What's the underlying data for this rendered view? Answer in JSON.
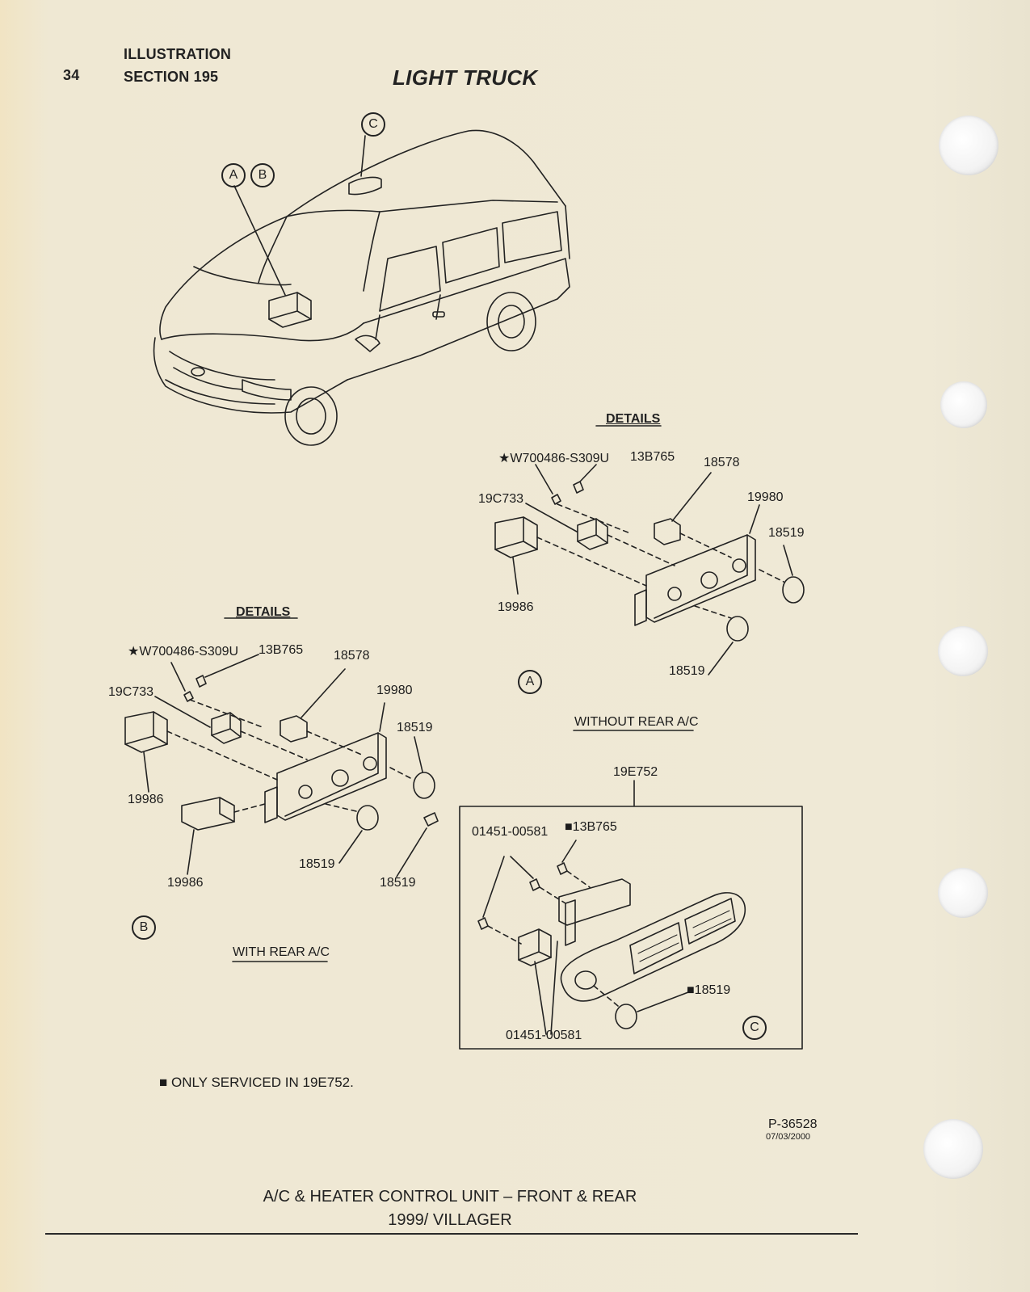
{
  "header": {
    "page_number": "34",
    "illustration_label": "ILLUSTRATION",
    "section_label": "SECTION 195",
    "title": "LIGHT TRUCK"
  },
  "callouts": {
    "a": "A",
    "b": "B",
    "c": "C"
  },
  "detail_a": {
    "heading": "DETAILS",
    "part_w700486": "★W700486-S309U",
    "part_13b765": "13B765",
    "part_18578": "18578",
    "part_19c733": "19C733",
    "part_19980": "19980",
    "part_18519_top": "18519",
    "part_19986": "19986",
    "part_18519_bottom": "18519"
  },
  "detail_b": {
    "heading": "DETAILS",
    "part_w700486": "★W700486-S309U",
    "part_13b765": "13B765",
    "part_18578": "18578",
    "part_19c733": "19C733",
    "part_19980": "19980",
    "part_18519_top": "18519",
    "part_19986_top": "19986",
    "part_19986_bottom": "19986",
    "part_18519_left": "18519",
    "part_18519_right": "18519",
    "caption": "WITH REAR A/C"
  },
  "detail_c": {
    "caption": "WITHOUT REAR A/C",
    "part_19e752": "19E752",
    "part_01451_top": "01451-00581",
    "part_13b765": "■13B765",
    "part_18519": "■18519",
    "part_01451_bottom": "01451-00581"
  },
  "note": "■ ONLY SERVICED IN 19E752.",
  "drawing_ref": {
    "number": "P-36528",
    "date": "07/03/2000"
  },
  "footer": {
    "line1": "A/C & HEATER CONTROL UNIT – FRONT & REAR",
    "line2": "1999/ VILLAGER"
  }
}
